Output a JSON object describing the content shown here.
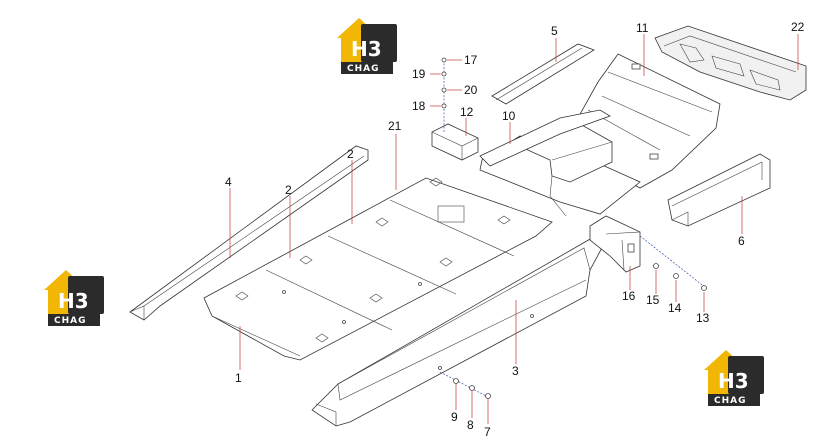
{
  "logo": {
    "mark": "H3",
    "text": "CHAG",
    "colors": {
      "yellow": "#f2b705",
      "dark": "#2b2b2b"
    }
  },
  "callouts": [
    {
      "id": "c1",
      "label": "1"
    },
    {
      "id": "c2a",
      "label": "2"
    },
    {
      "id": "c2b",
      "label": "2"
    },
    {
      "id": "c3",
      "label": "3"
    },
    {
      "id": "c4",
      "label": "4"
    },
    {
      "id": "c5",
      "label": "5"
    },
    {
      "id": "c6",
      "label": "6"
    },
    {
      "id": "c7",
      "label": "7"
    },
    {
      "id": "c8",
      "label": "8"
    },
    {
      "id": "c9",
      "label": "9"
    },
    {
      "id": "c10",
      "label": "10"
    },
    {
      "id": "c11",
      "label": "11"
    },
    {
      "id": "c12",
      "label": "12"
    },
    {
      "id": "c13",
      "label": "13"
    },
    {
      "id": "c14",
      "label": "14"
    },
    {
      "id": "c15",
      "label": "15"
    },
    {
      "id": "c16",
      "label": "16"
    },
    {
      "id": "c17",
      "label": "17"
    },
    {
      "id": "c18",
      "label": "18"
    },
    {
      "id": "c19",
      "label": "19"
    },
    {
      "id": "c20",
      "label": "20"
    },
    {
      "id": "c21",
      "label": "21"
    },
    {
      "id": "c22",
      "label": "22"
    }
  ]
}
